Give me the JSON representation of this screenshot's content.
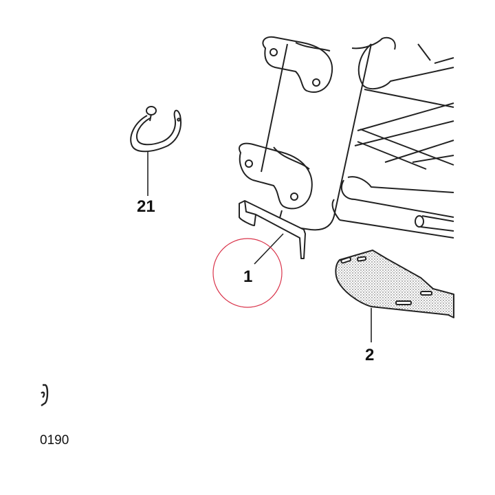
{
  "diagram": {
    "callouts": [
      {
        "id": "part-21",
        "label": "21"
      },
      {
        "id": "part-1",
        "label": "1"
      },
      {
        "id": "part-2",
        "label": "2"
      }
    ],
    "reference_code": "0190",
    "highlight_color": "#d9334a",
    "line_color": "#222222"
  }
}
